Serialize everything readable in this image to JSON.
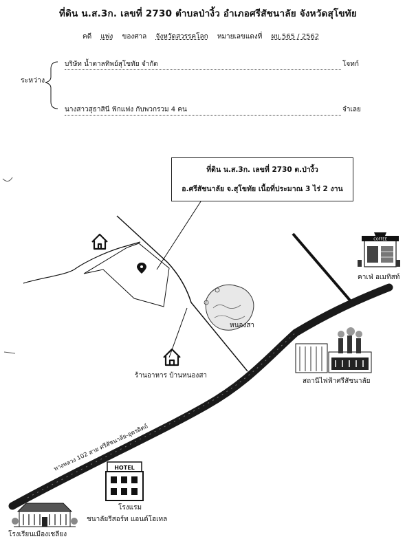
{
  "header": {
    "title": "ที่ดิน น.ส.3ก. เลขที่ 2730  ตำบลป่างิ้ว  อำเภอศรีสัชนาลัย  จังหวัดสุโขทัย"
  },
  "case": {
    "case_label": "คดี",
    "case_type": "แพ่ง",
    "court_label": "ของศาล",
    "court_name": "จังหวัดสวรรคโลก",
    "red_number_label": "หมายเลขแดงที่",
    "red_number": "ผบ.565 / 2562"
  },
  "parties": {
    "between_label": "ระหว่าง",
    "plaintiff_name": "บริษัท น้ำตาลทิพย์สุโขทัย จำกัด",
    "plaintiff_role": "โจทก์",
    "defendant_name": "นางสาวสุธาสินี  ฟักแฟง   กับพวกรวม  4  คน",
    "defendant_role": "จำเลย"
  },
  "callout": {
    "line1": "ที่ดิน น.ส.3ก. เลขที่ 2730 ต.ป่างิ้ว",
    "line2": "อ.ศรีสัชนาลัย  จ.สุโขทัย  เนื้อที่ประมาณ 3 ไร่ 2 งาน"
  },
  "landmarks": {
    "cafe": "คาเฟ่ อเมทิสท์",
    "cafe_sign": "COFFEE",
    "pond": "หนองสา",
    "power_plant": "สถานีไฟฟ้าศรีสัชนาลัย",
    "restaurant": "ร้านอาหาร บ้านหนองสา",
    "highway": "ทางหลวง 102 สาย ศรีสัชนาลัย-อุตรดิตถ์",
    "hotel_sign": "HOTEL",
    "hotel_line1": "โรงแรม",
    "hotel_line2": "ชนาลัยรีสอร์ท แอนด์โฮเทล",
    "school": "โรงเรียนเมืองเชลียง"
  },
  "colors": {
    "ink": "#111111",
    "highway": "#1a1a1a",
    "paper": "#ffffff"
  },
  "icons": [
    "house-icon",
    "location-pin-icon",
    "cafe-icon",
    "pond-icon",
    "power-plant-icon",
    "hotel-icon",
    "school-icon"
  ]
}
